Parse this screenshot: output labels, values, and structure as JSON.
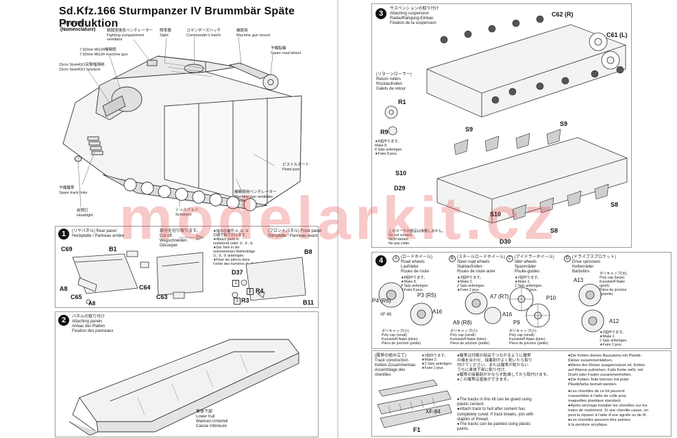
{
  "title": "Sd.Kfz.166 Sturmpanzer IV Brummbär Späte Produktion",
  "nomenclature": {
    "jp": "〈各部名称〉",
    "en": "(Nomenclature)"
  },
  "callouts": [
    {
      "id": "fighting-compartment-ventilator",
      "text": "戦闘室換気ベンチレーター\nFighting compartment\nventilator"
    },
    {
      "id": "sight",
      "text": "照準器\nSight"
    },
    {
      "id": "commanders-hatch",
      "text": "コマンダーズハッチ\nCommander's hatch"
    },
    {
      "id": "machine-gun-mount",
      "text": "機銃架\nMachine gun mount"
    },
    {
      "id": "mg34",
      "text": "7.92mm MG34機関銃\n7.92mm MG34 machine gun"
    },
    {
      "id": "howitzer",
      "text": "15cm StuH43/1突撃榴弾砲\n15cm StuH43/1 howitzer"
    },
    {
      "id": "spare-road-wheel",
      "text": "予備転輪\nSpare road wheel"
    },
    {
      "id": "pistol-port",
      "text": "ピストルポート\nPistol port"
    },
    {
      "id": "spare-track-links",
      "text": "予備履帯\nSpare track links"
    },
    {
      "id": "machine-gun-ventilator",
      "text": "機関銃用ベンチレーター\nMachine gun ventilator"
    },
    {
      "id": "headlight",
      "text": "前照灯\nHeadlight"
    },
    {
      "id": "schurzen",
      "text": "シュルツェン\nSchürzen"
    }
  ],
  "step1": {
    "number": "1",
    "rear_panel": "(リヤパネル) Rear panel\nHeckplatte / Panneau arrière",
    "cut_off": "部分を切り取ります。\nCut off.\nWegschneiden.\nDécouper.",
    "numbered_order": "★指示の番号 ①, ②, ③\nの順で取り付けます。\n★Attach parts in\nnumbered order ①, ②, ③.\n★Die Teile in der\nnummerierten Reihenfolge\n①, ②, ③ anbringen.\n★Fixer les pièces dans\nl'ordre des numéros ①, ②, ③.",
    "front_panel": "(フロントパネル) Front panel\nStirnplatte / Panneau avant",
    "parts": [
      "C69",
      "B1",
      "A8",
      "C65",
      "A8",
      "C64",
      "C63",
      "B8",
      "D37",
      "R4",
      "R3",
      "B11"
    ],
    "order_marks": [
      "1",
      "2",
      "3"
    ]
  },
  "step2": {
    "number": "2",
    "text": "パネルの取り付け\nAttaching panels\nAnbau der Platten\nFixation des panneaux",
    "lower_hull": "車体下部\nLower hull\nWannen-Unterteil\nCaisse inférieure"
  },
  "step3": {
    "number": "3",
    "text": "サスペンションの取り付け\nAttaching suspension\nRadaufhängung-Einbau\nFixation de la suspension",
    "return_rollers": "(リターンローラー)\nReturn rollers\nRücklaufrollen\nGalets de retour",
    "make8": "★8個作ります。\nMake 8.\n8 Satz anfertigen.\n★Faire 8 jeux.",
    "no_cement": "このマークの部品は接着しません。\nDo not cement.\nNicht kleben.\nNe pas coller.",
    "parts": [
      "C62 (R)",
      "C61 (L)",
      "R1",
      "R9",
      "S9",
      "S9",
      "S10",
      "D29",
      "S10",
      "D30",
      "S8",
      "S8"
    ],
    "a11_count": 8
  },
  "step4": {
    "number": "4",
    "A": {
      "letter": "A",
      "text": "(ロードホイール)\nRoad wheels\nLaufräder\nRoues de route",
      "make": "★8個作ります。\n★Make 8.\n8 Satz anfertigen.\n★Faire 8 jeux."
    },
    "B": {
      "letter": "B",
      "text": "(スチールロードホイール)\nSteel road wheels\nStahlaufrollen\nRoues de route acier",
      "make": "★2個作ります。\n★Make 2.\n2 Satz anfertigen.\n★Faire 2 jeux."
    },
    "C": {
      "letter": "C",
      "text": "(アイドラーホイール)\nIdler wheels\nSpannräder\nPoulie-guides",
      "make": "★2個作ります。\n★Make 2.\n2 Satz anfertigen.\n★Faire 2 jeux."
    },
    "D": {
      "letter": "D",
      "text": "(ドライブスプロケット)\nDrive sprockets\nKettenräder\nBarbotins",
      "make": "★2個作ります。\n★Make 2.\n2 Satz anfertigen.\n★Faire 2 jeux."
    },
    "poly_small": "ポリキャップ(小)\nPoly cap (small)\nKunststoff-Nabe (klein)\nPièce de jonction (petite)",
    "poly_large": "ポリキャップ(大)\nPoly cap (large)\nKunststoff-Nabe\n(groß)\nPièce de jonction\n(grande)",
    "parts": [
      "P4 (R6)",
      "P3 (R5)",
      "A16",
      "XF-85",
      "A7 (R7)",
      "A9 (R8)",
      "A16",
      "P10",
      "P9",
      "A13",
      "A12"
    ]
  },
  "track": {
    "title": "(履帯の組み立て)\nTrack construction\nKetten-Zusammenbau\nAssemblage des\nchenilles",
    "make2": "★2個作ります。\n★Make 2.\n★2 Satz anfertigen.\n★Faire 2 jeux.",
    "parts": [
      "XF-84",
      "F1"
    ],
    "notes_jp": "●履帯は付属の部品でつながるように履帯\nの端を合わせ、接着剤がよく乾いたら取り\n付けてください。または履帯が乾かない\nうちに車体下部に取り付け、\n●履帯の接着剤がかならず乾燥してから取付けます。\n●この履帯は塗装ができます。",
    "notes_en": "●The tracks in this kit can be glued using\nplastic cement.\n●Attach track to hull after cement has\ncompletely cured. If track breaks, join with\nstaples or thread.\n●The tracks can be painted using plastic\npaints.",
    "notes_de": "●Die Ketten dieses Bausatzes mit Plastik-\nKleber zusammenkleben.\n●Wenn der Kleber ausgetrocknet ist, Ketten\nauf Wanne aufziehen. Falls Kette reißt, mit\nDraht oder Faden zusammenheften.\n●Die Ketten-Teile können mit jeder\nPlastikfarbe bemalt werden.",
    "notes_fr": "●Les chenilles de ce kit peuvent\ns'assembler à l'aide de colle pour\nmaquettes plastique standard.\n●Après séchage installer les chenilles sur les\ntrains de roulement. Si une chenille casse, on\npeut la réparer à l'aide d'une agrafe ou de fil.\n●Les chenilles peuvent être peintes\nà la peinture acrylique."
  },
  "watermark": "modelar­kit.cz"
}
